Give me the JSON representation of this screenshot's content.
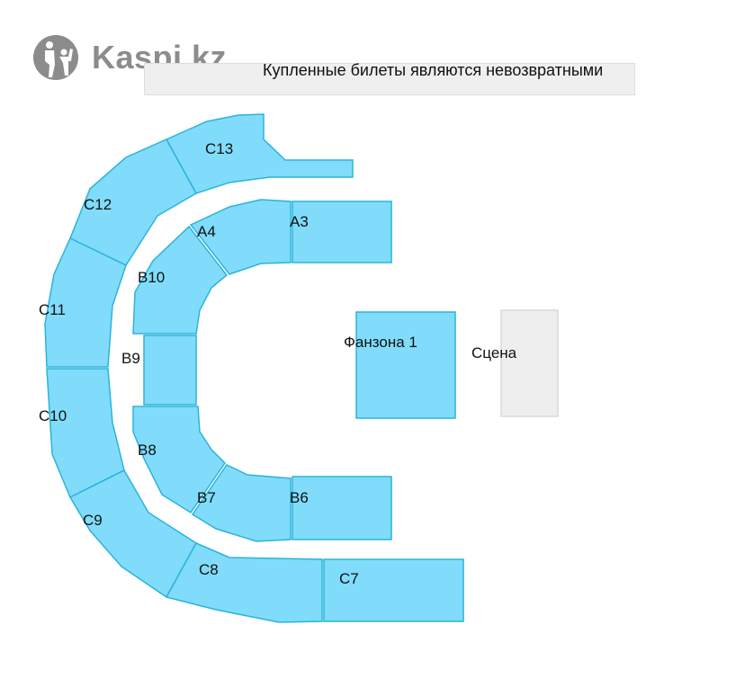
{
  "logo": {
    "text": "Kaspi.kz"
  },
  "banner": {
    "text": "Купленные билеты являются невозвратными"
  },
  "sections": {
    "C13": "C13",
    "C12": "C12",
    "C11": "C11",
    "C10": "C10",
    "C9": "C9",
    "C8": "C8",
    "C7": "C7",
    "A3": "A3",
    "A4": "A4",
    "B10": "B10",
    "B9": "B9",
    "B8": "B8",
    "B7": "B7",
    "B6": "B6",
    "fanzone": "Фанзона 1"
  },
  "stage": {
    "label": "Сцена"
  },
  "colors": {
    "section_fill": "#80dcfa",
    "section_stroke": "#2bb3dc",
    "stage_fill": "#eeeeee"
  }
}
